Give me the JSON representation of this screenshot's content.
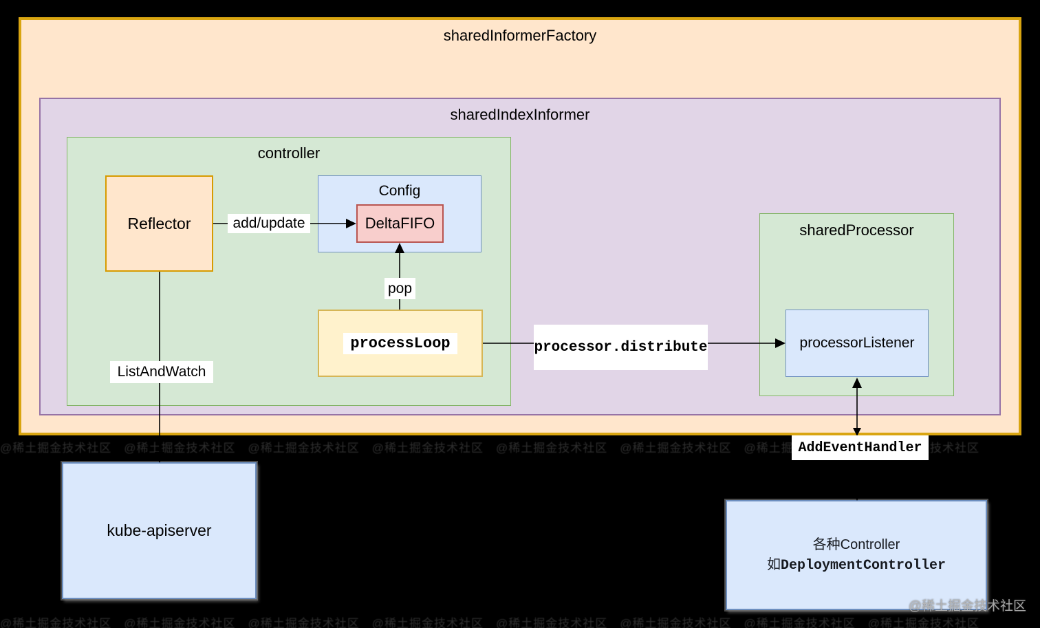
{
  "diagram": {
    "factory_title": "sharedInformerFactory",
    "informer_title": "sharedIndexInformer",
    "controller_title": "controller",
    "shared_processor_title": "sharedProcessor",
    "nodes": {
      "reflector": "Reflector",
      "config": "Config",
      "delta_fifo": "DeltaFIFO",
      "process_loop": "processLoop",
      "processor_listener": "processorListener",
      "kube_apiserver": "kube-apiserver",
      "controllers_line1": "各种Controller",
      "controllers_line2_prefix": "如",
      "controllers_line2_code": "DeploymentController"
    },
    "edges": {
      "add_update": "add/update",
      "pop": "pop",
      "list_and_watch": "ListAndWatch",
      "processor_distribute": "processor.distribute",
      "add_event_handler": "AddEventHandler"
    },
    "colors": {
      "background": "#000000",
      "factory_fill": "#ffe6cc",
      "factory_stroke": "#d9a511",
      "informer_fill": "#e1d5e7",
      "informer_stroke": "#9673a6",
      "green_fill": "#d5e8d4",
      "green_stroke": "#82b366",
      "blue_fill": "#dae8fc",
      "blue_stroke": "#6c8ebf",
      "orange_fill": "#ffe6cc",
      "orange_stroke": "#d79b00",
      "red_fill": "#f8cecc",
      "red_stroke": "#b85450",
      "yellow_fill": "#fff2cc",
      "yellow_stroke": "#d6b656",
      "edge_line": "#000000",
      "label_bg": "#ffffff"
    },
    "watermark": "@稀土掘金技术社区"
  }
}
